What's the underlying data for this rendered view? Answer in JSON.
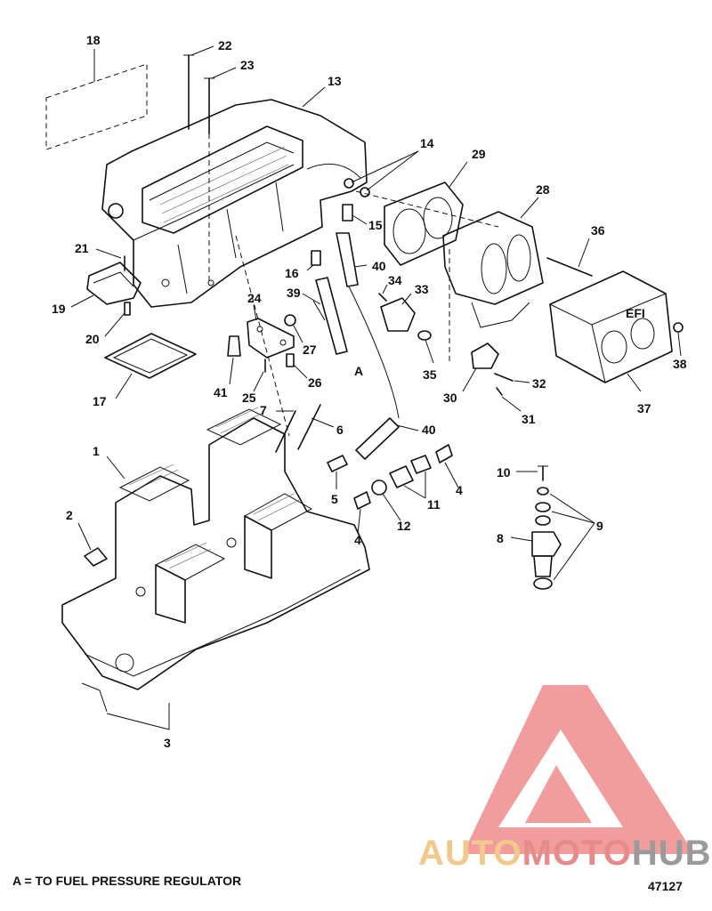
{
  "callouts": [
    "1",
    "2",
    "3",
    "4",
    "4",
    "5",
    "6",
    "7",
    "8",
    "9",
    "10",
    "11",
    "12",
    "13",
    "14",
    "15",
    "16",
    "17",
    "18",
    "19",
    "20",
    "21",
    "22",
    "23",
    "24",
    "25",
    "26",
    "27",
    "28",
    "29",
    "30",
    "31",
    "32",
    "33",
    "34",
    "35",
    "36",
    "37",
    "38",
    "39",
    "40",
    "40",
    "41"
  ],
  "marker_a": "A",
  "cover_text": "EFI",
  "note": "A = TO FUEL PRESSURE REGULATOR",
  "figure_number": "47127",
  "watermark": {
    "part1": "AUTO",
    "part2": "MOTO",
    "part3": "HUB",
    "color1": "#f2c98a",
    "color2": "#e88a8a",
    "color3": "#9a9a9a",
    "logo_color": "#ef8c8c"
  }
}
